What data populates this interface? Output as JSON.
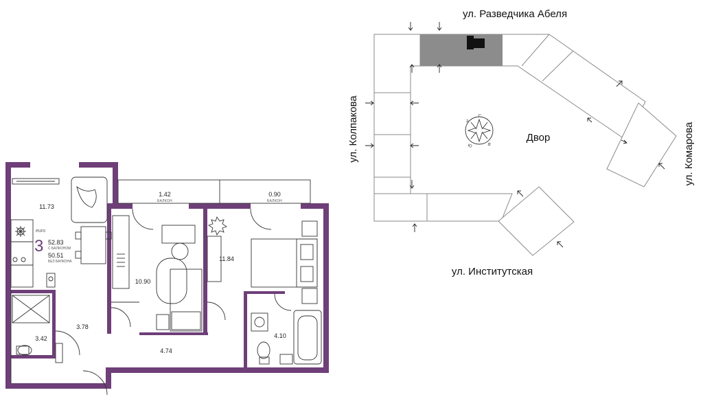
{
  "floorplan": {
    "rooms": [
      {
        "id": "kitchen_living",
        "area": "11.73"
      },
      {
        "id": "balcony_left",
        "area": "1.42",
        "label": "БАЛКОН"
      },
      {
        "id": "balcony_right",
        "area": "0.90",
        "label": "БАЛКОН"
      },
      {
        "id": "bedroom_1",
        "area": "10.90"
      },
      {
        "id": "bedroom_2",
        "area": "11.84"
      },
      {
        "id": "hall",
        "area": "3.78"
      },
      {
        "id": "bathroom_1",
        "area": "3.42"
      },
      {
        "id": "corridor",
        "area": "4.74"
      },
      {
        "id": "bathroom_2",
        "area": "4.10"
      }
    ],
    "info": {
      "badge": "euro",
      "rooms_count": "3",
      "area_with_balcony": "52.83",
      "with_balcony_label": "С БАЛКОНОМ",
      "area_without_balcony": "50.51",
      "without_balcony_label": "БЕЗ БАЛКОНА"
    },
    "colors": {
      "wall": "#6e3f78"
    }
  },
  "siteplan": {
    "streets": {
      "top": "ул. Разведчика Абеля",
      "left": "ул. Колпакова",
      "right": "ул. Комарова",
      "bottom": "ул. Институтская"
    },
    "courtyard": "Двор",
    "compass_letters": [
      "С",
      "В",
      "Ю",
      "З"
    ],
    "colors": {
      "current_section": "#8c8c8c",
      "outline": "#8a8a8a"
    }
  }
}
